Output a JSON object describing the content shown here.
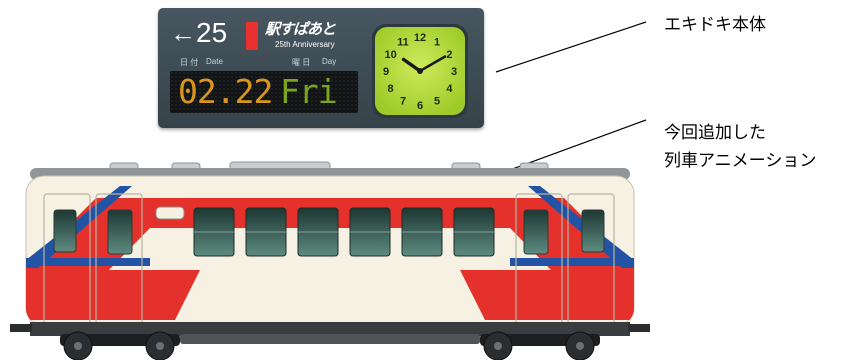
{
  "widget": {
    "arrow": "←",
    "count": "25",
    "brand": "駅すぱあと",
    "anniversary": "25th Anniversary",
    "date_label_jp": "日 付",
    "date_label_en": "Date",
    "day_label_jp": "曜 日",
    "day_label_en": "Day",
    "date_value": "02.22",
    "day_value": "Fri",
    "clock": {
      "numbers": [
        "12",
        "1",
        "2",
        "3",
        "4",
        "5",
        "6",
        "7",
        "8",
        "9",
        "10",
        "11"
      ],
      "hour": 10,
      "minute": 10
    }
  },
  "labels": {
    "widget_label": "エキドキ本体",
    "train_label_line1": "今回追加した",
    "train_label_line2": "列車アニメーション"
  },
  "colors": {
    "widget_bg": "#3e4b54",
    "accent_red": "#e8302f",
    "date_orange": "#d9961c",
    "day_green": "#7aa51c",
    "clock_face": "#b6de3c",
    "train_body": "#f6f1e3",
    "train_red": "#e4312b",
    "train_blue": "#2353a4"
  }
}
